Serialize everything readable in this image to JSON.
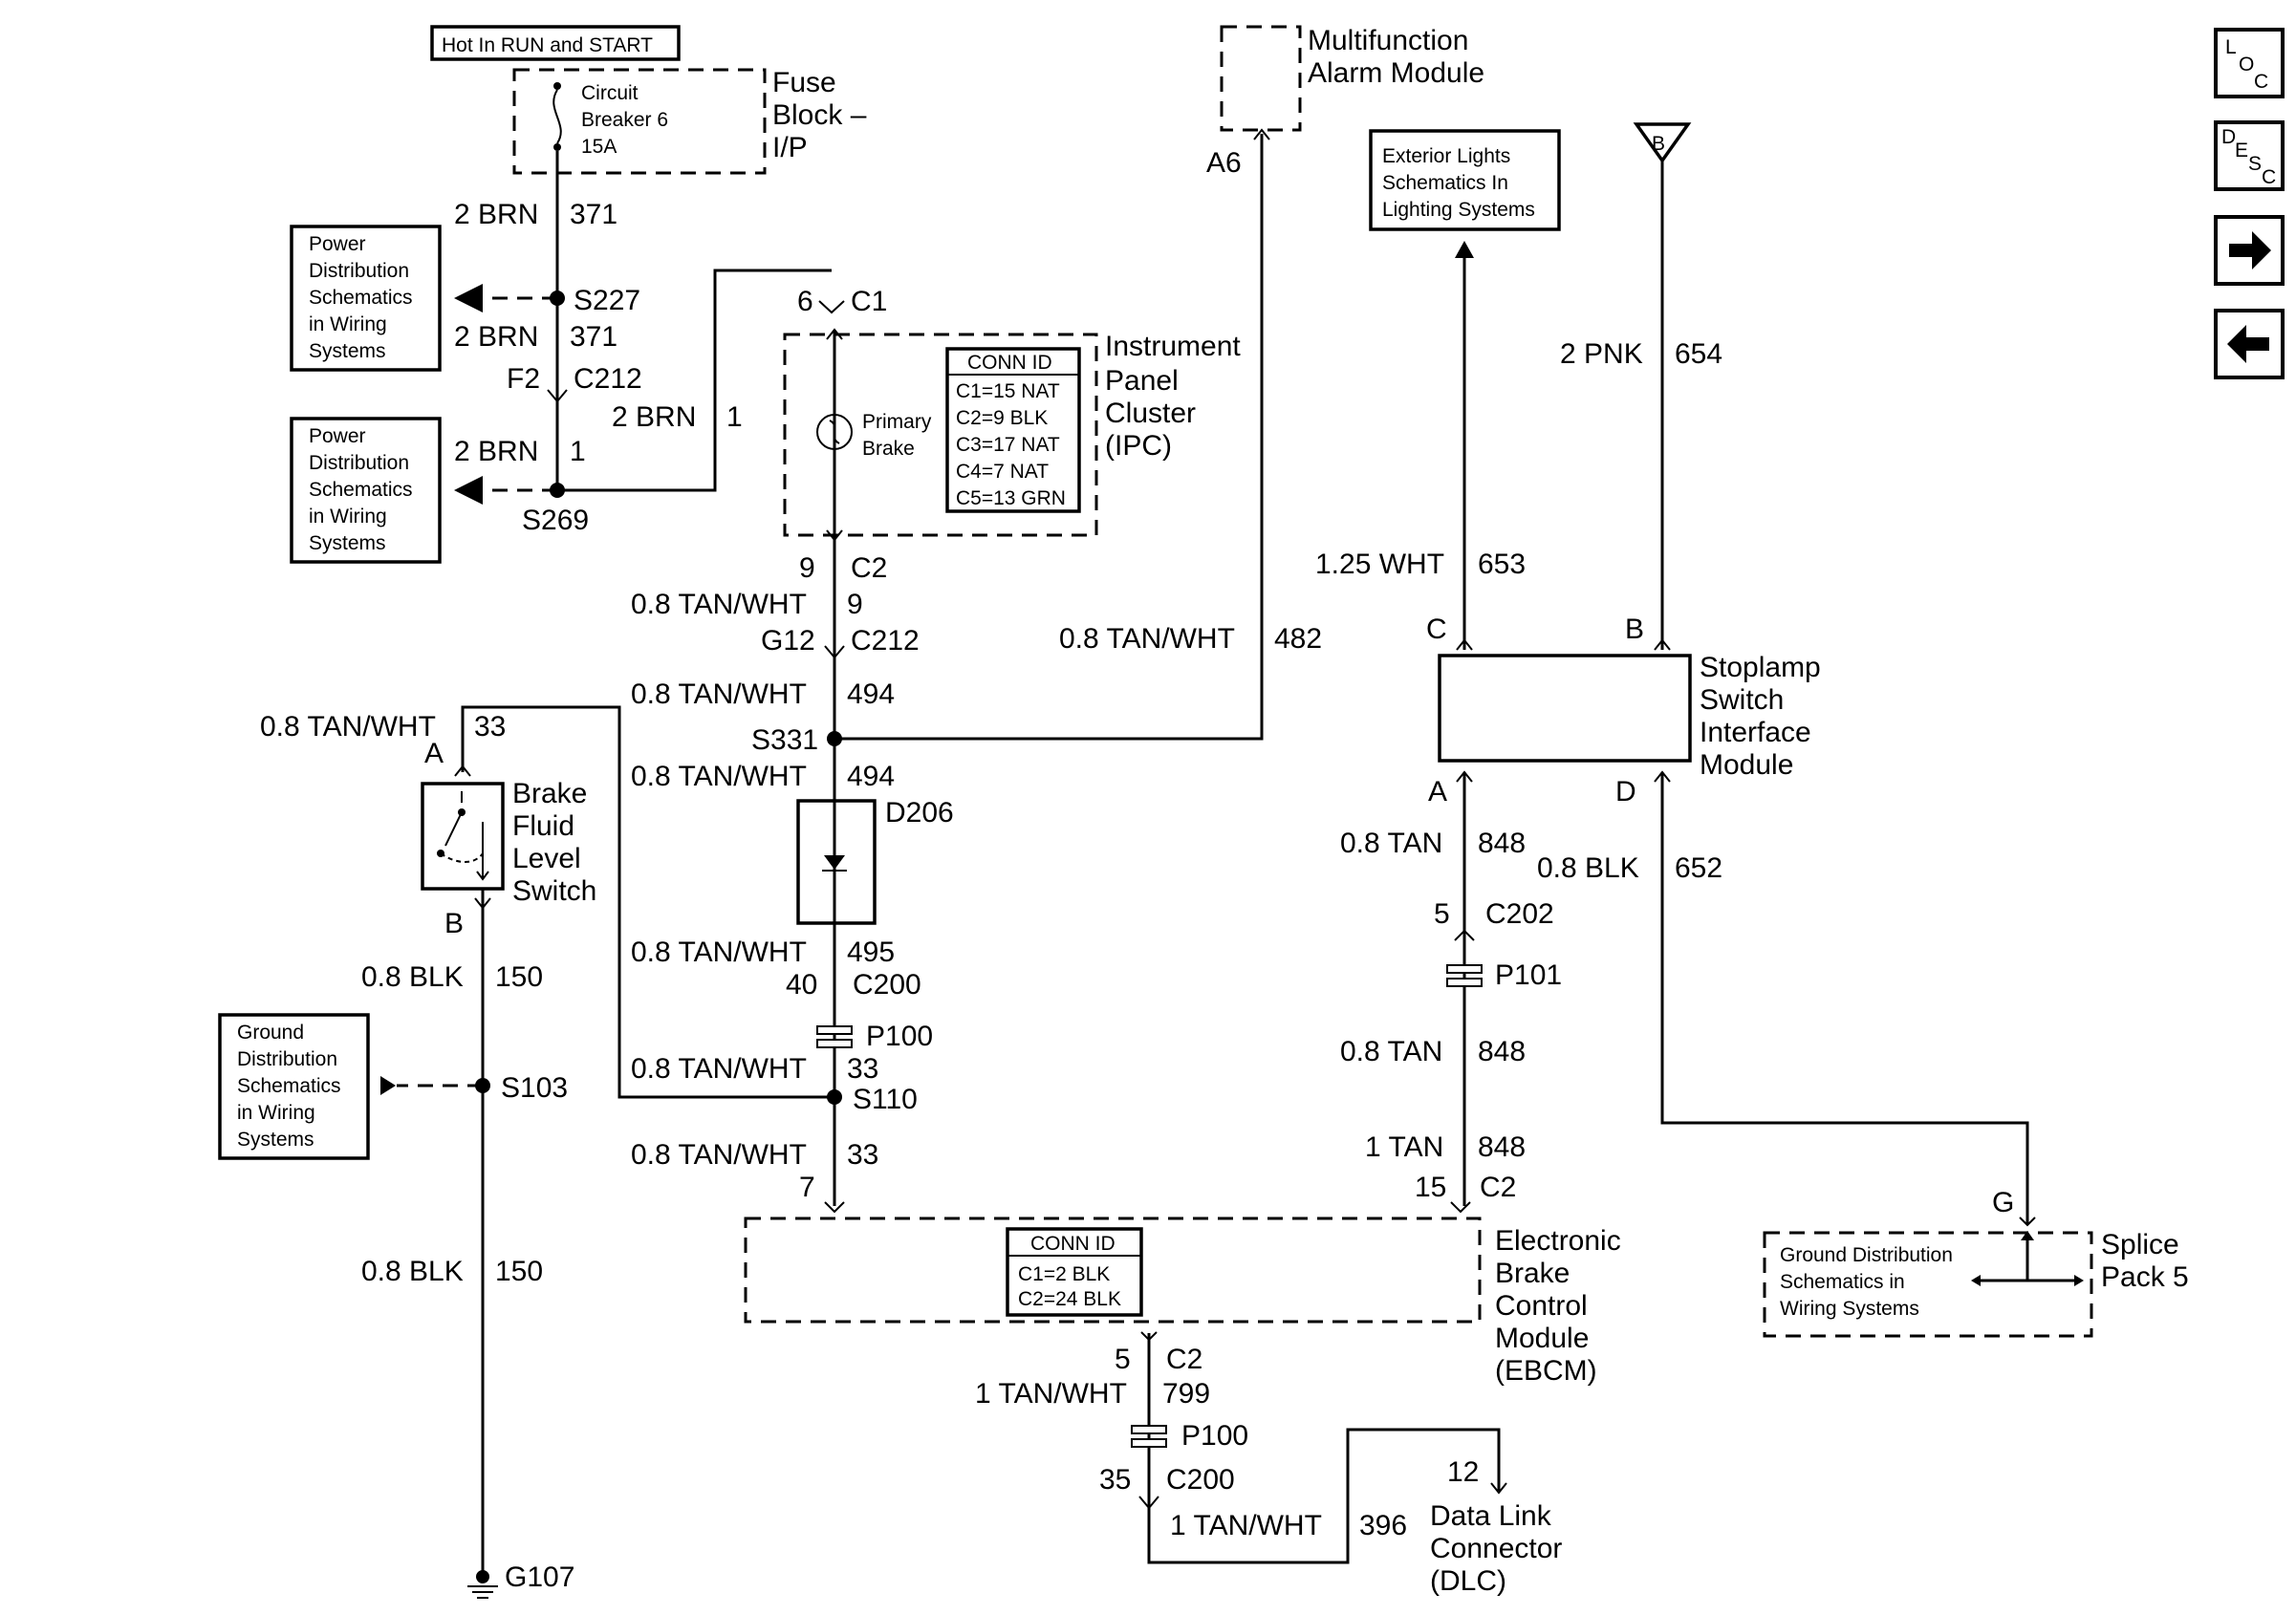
{
  "power_source": {
    "label": "Hot In RUN and START"
  },
  "fuse_block": {
    "name": "Fuse Block – I/P",
    "name_lines": [
      "Fuse",
      "Block –",
      "I/P"
    ],
    "breaker_lines": [
      "Circuit",
      "Breaker 6",
      "15A"
    ]
  },
  "ref_boxes": {
    "power_dist": [
      "Power",
      "Distribution",
      "Schematics",
      "in Wiring",
      "Systems"
    ],
    "ground_dist": [
      "Ground",
      "Distribution",
      "Schematics",
      "in Wiring",
      "Systems"
    ],
    "exterior_lights": [
      "Exterior Lights",
      "Schematics In",
      "Lighting Systems"
    ],
    "splice_ground": [
      "Ground Distribution",
      "Schematics in",
      "Wiring Systems"
    ]
  },
  "modules": {
    "multifunction_alarm": [
      "Multifunction",
      "Alarm Module"
    ],
    "ipc": [
      "Instrument",
      "Panel",
      "Cluster",
      "(IPC)"
    ],
    "stoplamp_switch": [
      "Stoplamp",
      "Switch",
      "Interface",
      "Module"
    ],
    "brake_fluid_switch": [
      "Brake",
      "Fluid",
      "Level",
      "Switch"
    ],
    "ebcm": [
      "Electronic",
      "Brake",
      "Control",
      "Module",
      "(EBCM)"
    ],
    "dlc": [
      "Data Link",
      "Connector",
      "(DLC)"
    ],
    "splice_pack": [
      "Splice",
      "Pack 5"
    ],
    "primary_brake": [
      "Primary",
      "Brake"
    ],
    "diode": "D206"
  },
  "conn_ids": {
    "ipc": {
      "title": "CONN ID",
      "rows": [
        "C1=15 NAT",
        "C2=9 BLK",
        "C3=17 NAT",
        "C4=7 NAT",
        "C5=13 GRN"
      ]
    },
    "ebcm": {
      "title": "CONN ID",
      "rows": [
        "C1=2 BLK",
        "C2=24 BLK"
      ]
    }
  },
  "wires": {
    "brn371": [
      "2 BRN",
      "371"
    ],
    "brn1_a": [
      "2 BRN",
      "1"
    ],
    "brn1_b": [
      "2 BRN",
      "1"
    ],
    "tanwht9": [
      "0.8 TAN/WHT",
      "9"
    ],
    "tanwht482": [
      "0.8 TAN/WHT",
      "482"
    ],
    "tanwht494a": [
      "0.8 TAN/WHT",
      "494"
    ],
    "tanwht494b": [
      "0.8 TAN/WHT",
      "494"
    ],
    "tanwht495": [
      "0.8 TAN/WHT",
      "495"
    ],
    "tanwht33a": [
      "0.8 TAN/WHT",
      "33"
    ],
    "tanwht33b": [
      "0.8 TAN/WHT",
      "33"
    ],
    "tanwht33c": [
      "0.8 TAN/WHT",
      "33"
    ],
    "blk150a": [
      "0.8 BLK",
      "150"
    ],
    "blk150b": [
      "0.8 BLK",
      "150"
    ],
    "pnk654": [
      "2 PNK",
      "654"
    ],
    "wht653": [
      "1.25 WHT",
      "653"
    ],
    "tan848a": [
      "0.8 TAN",
      "848"
    ],
    "tan848b": [
      "0.8 TAN",
      "848"
    ],
    "tan848c": [
      "1 TAN",
      "848"
    ],
    "blk652": [
      "0.8 BLK",
      "652"
    ],
    "tanwht799": [
      "1 TAN/WHT",
      "799"
    ],
    "tanwht396": [
      "1 TAN/WHT",
      "396"
    ]
  },
  "connectors": {
    "S227": "S227",
    "S269": "S269",
    "S331": "S331",
    "S110": "S110",
    "S103": "S103",
    "F2": "F2",
    "C212": "C212",
    "G12": "G12",
    "C1": "C1",
    "C2": "C2",
    "n6": "6",
    "n9": "9",
    "A6": "A6",
    "P100": "P100",
    "P101": "P101",
    "C200": "C200",
    "C202": "C202",
    "n40": "40",
    "n7": "7",
    "n15": "15",
    "n5": "5",
    "n35": "35",
    "n12": "12",
    "pinA": "A",
    "pinB": "B",
    "pinC": "C",
    "pinD": "D",
    "pinG": "G",
    "G107": "G107",
    "B_term": "B"
  },
  "nav": {
    "loc": [
      "L",
      "O",
      "C"
    ],
    "desc": [
      "D",
      "E",
      "S",
      "C"
    ]
  }
}
